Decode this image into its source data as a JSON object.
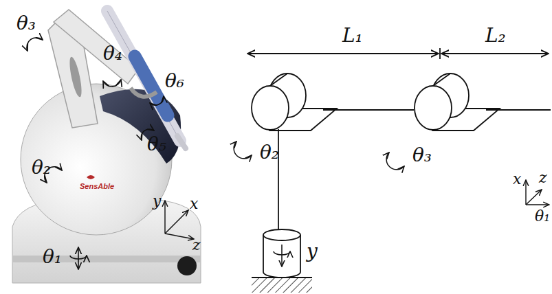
{
  "diagram": {
    "labels": [
      "θ₃",
      "θ₄",
      "θ₆",
      "θ₅",
      "θ₂",
      "SensAble",
      "θ₁",
      "y",
      "x",
      "z",
      "L₁",
      "L₂",
      "θ₂",
      "θ₃",
      "y",
      "x",
      "z",
      "θ₁"
    ]
  }
}
